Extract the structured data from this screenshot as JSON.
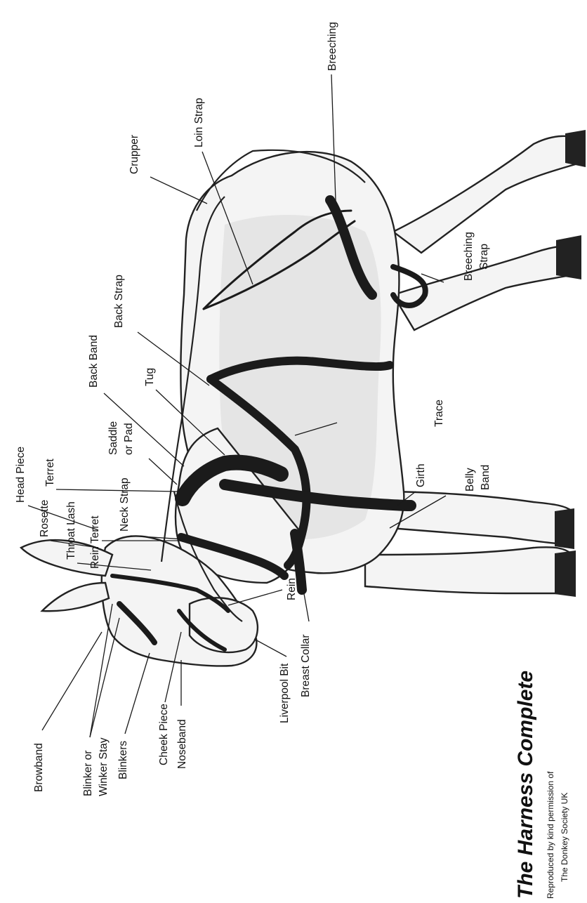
{
  "title": "The Harness Complete",
  "credit": {
    "line1": "Reproduced by kind permission of",
    "line2": "The Donkey Society UK"
  },
  "labels": {
    "head_piece": "Head Piece",
    "rosette": "Rosette",
    "throat_lash": "Throat Lash",
    "rein_terret": "Rein Terret",
    "terret": "Terret",
    "neck_strap": "Neck Strap",
    "saddle_or_pad_1": "Saddle",
    "saddle_or_pad_2": "or Pad",
    "back_band": "Back Band",
    "tug": "Tug",
    "back_strap": "Back Strap",
    "crupper": "Crupper",
    "loin_strap": "Loin Strap",
    "breeching": "Breeching",
    "breeching_strap_1": "Breeching",
    "breeching_strap_2": "Strap",
    "trace": "Trace",
    "girth": "Girth",
    "belly_band_1": "Belly",
    "belly_band_2": "Band",
    "rein": "Rein",
    "breast_collar": "Breast Collar",
    "liverpool_bit": "Liverpool Bit",
    "noseband": "Noseband",
    "cheek_piece": "Cheek Piece",
    "blinkers": "Blinkers",
    "blinker_stay_1": "Blinker or",
    "blinker_stay_2": "Winker Stay",
    "browband": "Browband"
  }
}
